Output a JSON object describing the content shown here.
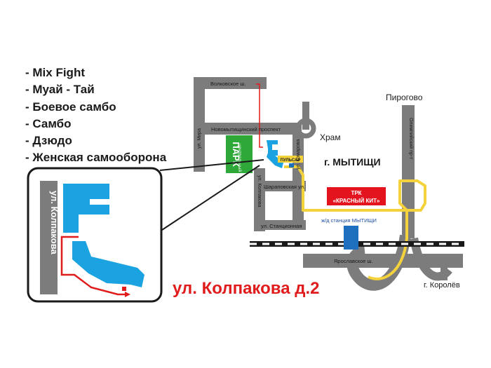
{
  "activities": [
    "- Mix Fight",
    "- Муай - Тай",
    "- Боевое самбо",
    "- Самбо",
    "- Дзюдо",
    "- Женская самооборона"
  ],
  "address": "ул. Колпакова д.2",
  "map": {
    "streets": {
      "volkovskoe": "Волковское ш.",
      "novomytishchinsky": "Новомытищинский проспект",
      "mira": "ул. Мира",
      "komarova": "ул. Комарова",
      "kolpakova": "ул. Колпакова",
      "sharapovskaya": "Шараповская ул.",
      "stantsionnaya": "ул. Станционная",
      "olimpiysky": "Олимпийский пр-т",
      "yaroslavskoe": "Ярославское ш."
    },
    "park": {
      "line1": "центральный",
      "line2": "ПАРК"
    },
    "pulsar": "ПУЛЬСАР",
    "temple": "Храм",
    "city": "г. МЫТИЩИ",
    "trk": {
      "line1": "ТРК",
      "line2": "«КРАСНЫЙ КИТ»"
    },
    "station": "ж/д станция МЫТИЩИ",
    "pirogovo": "Пирогово",
    "korolev": "г. Королёв",
    "inset_street": "ул. Колпакова"
  },
  "colors": {
    "road": "#7c7c7c",
    "building": "#1aa3e0",
    "route": "#e01b1b",
    "park": "#2fa83a",
    "trk": "#e4141e",
    "yellow_road": "#f3d23b",
    "station": "#1f6fbf"
  }
}
